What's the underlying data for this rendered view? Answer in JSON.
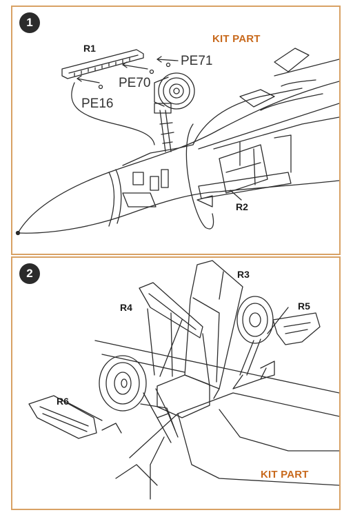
{
  "colors": {
    "frame": "#d8a164",
    "kit_part": "#c8691c",
    "line": "#2b2b2b"
  },
  "step1": {
    "number": "1",
    "kit_part": "KIT PART",
    "labels": {
      "r1": "R1",
      "r2": "R2",
      "pe71": "PE71",
      "pe70": "PE70",
      "pe16": "PE16"
    }
  },
  "step2": {
    "number": "2",
    "kit_part": "KIT PART",
    "labels": {
      "r3": "R3",
      "r4": "R4",
      "r5": "R5",
      "r6": "R6"
    }
  }
}
